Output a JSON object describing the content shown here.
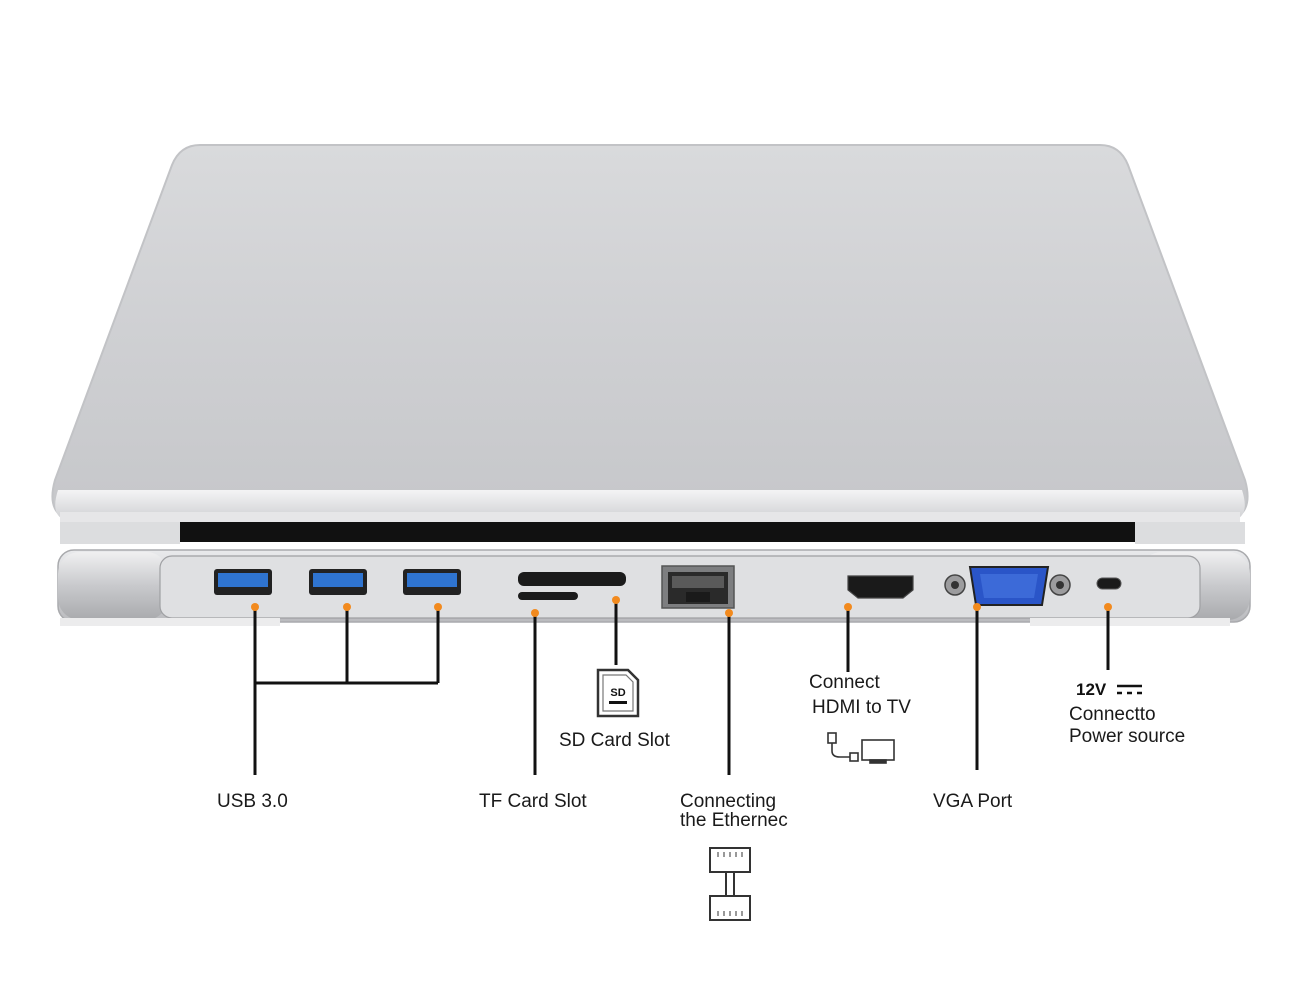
{
  "labels": {
    "usb": "USB 3.0",
    "tf_card": "TF Card Slot",
    "sd_card": "SD Card Slot",
    "ethernet_line1": "Connecting",
    "ethernet_line2": "the Ethernec",
    "hdmi_line1": "Connect",
    "hdmi_line2": "HDMI to TV",
    "vga": "VGA Port",
    "power_voltage": "12V",
    "power_line1": "Connectto",
    "power_line2": "Power source"
  },
  "sd_icon_text": "SD",
  "colors": {
    "accent_dot": "#f28a1e",
    "usb_blue": "#2f74d0",
    "vga_blue": "#2a55c8",
    "line": "#111111"
  },
  "icons": [
    "sd-card-icon",
    "hdmi-cable-tv-icon",
    "ethernet-connector-icon",
    "dc-power-symbol-icon"
  ]
}
